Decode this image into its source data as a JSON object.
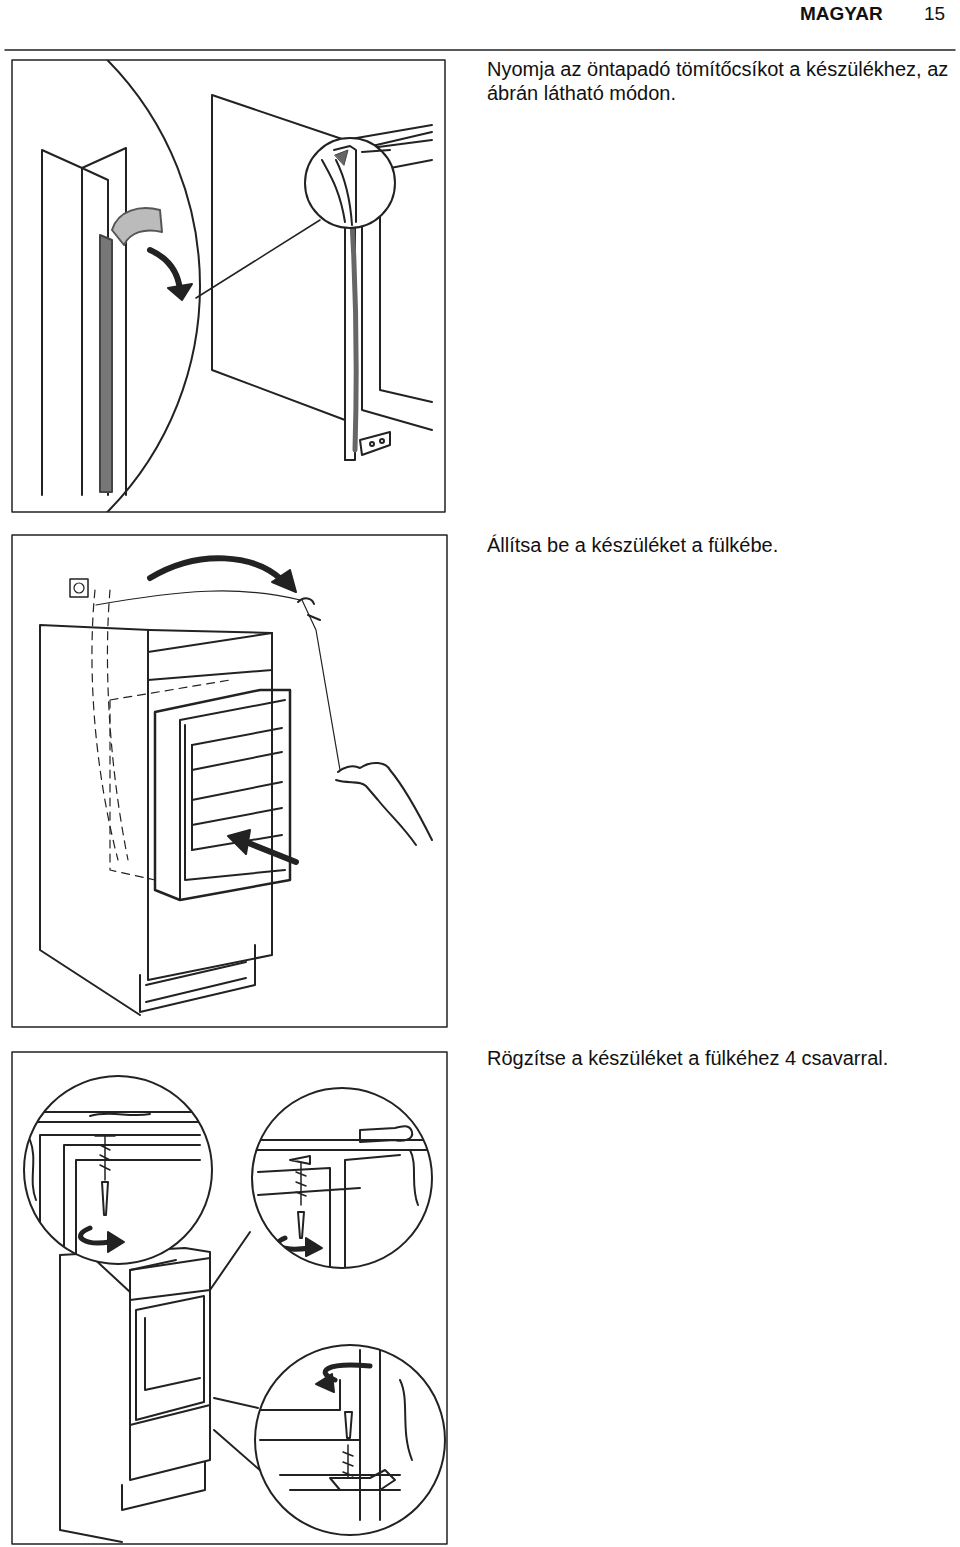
{
  "diagram": {
    "labels": [
      "MAGYAR",
      "15",
      "Nyomja az öntapadó tömítőcsíkot a készülékhez, az ábrán látható módon.",
      "Állítsa be a készüléket a fülkébe.",
      "Rögzítse a készüléket a fülkéhez 4 csavarral."
    ]
  }
}
